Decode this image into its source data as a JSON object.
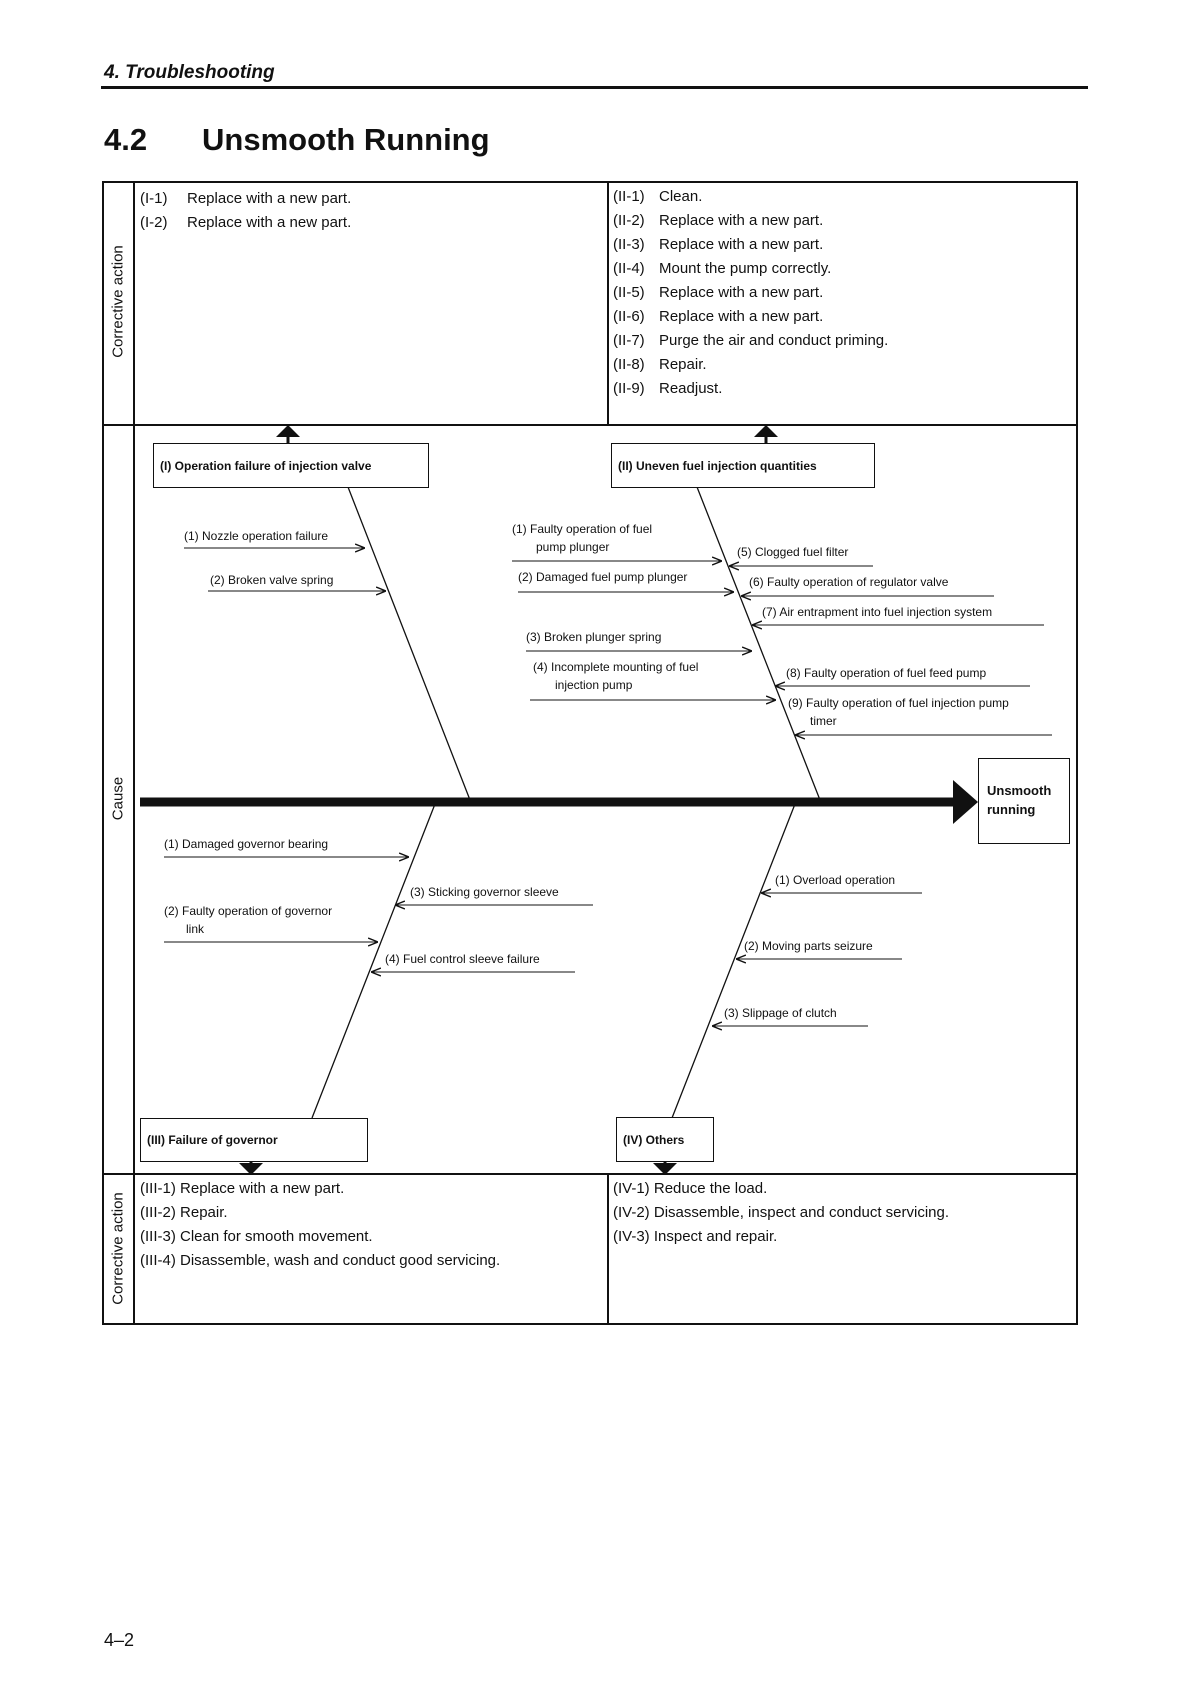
{
  "header": {
    "section": "4.   Troubleshooting"
  },
  "title": {
    "number": "4.2",
    "text": "Unsmooth Running"
  },
  "side_labels": {
    "top": "Corrective action",
    "middle": "Cause",
    "bottom": "Corrective action"
  },
  "actions_I": [
    {
      "code": "(I-1)",
      "text": "Replace with a new part."
    },
    {
      "code": "(I-2)",
      "text": "Replace with a new part."
    }
  ],
  "actions_II": [
    {
      "code": "(II-1)",
      "text": "Clean."
    },
    {
      "code": "(II-2)",
      "text": "Replace with a new part."
    },
    {
      "code": "(II-3)",
      "text": "Replace with a new part."
    },
    {
      "code": "(II-4)",
      "text": "Mount the pump correctly."
    },
    {
      "code": "(II-5)",
      "text": "Replace with a new part."
    },
    {
      "code": "(II-6)",
      "text": "Replace with a new part."
    },
    {
      "code": "(II-7)",
      "text": "Purge the air and conduct priming."
    },
    {
      "code": "(II-8)",
      "text": "Repair."
    },
    {
      "code": "(II-9)",
      "text": "Readjust."
    }
  ],
  "actions_III": [
    {
      "code": "(III-1)",
      "text": "Replace with a new part."
    },
    {
      "code": "(III-2)",
      "text": "Repair."
    },
    {
      "code": "(III-3)",
      "text": "Clean for smooth movement."
    },
    {
      "code": "(III-4)",
      "text": "Disassemble, wash and conduct good servicing."
    }
  ],
  "actions_IV": [
    {
      "code": "(IV-1)",
      "text": "Reduce the load."
    },
    {
      "code": "(IV-2)",
      "text": "Disassemble, inspect and conduct servicing."
    },
    {
      "code": "(IV-3)",
      "text": "Inspect and repair."
    }
  ],
  "categories": {
    "I": "(I)  Operation failure of injection valve",
    "II": "(II)  Uneven fuel injection quantities",
    "III": "(III)  Failure of governor",
    "IV": "(IV)   Others"
  },
  "effect": {
    "line1": "Unsmooth",
    "line2": "running"
  },
  "causes_I": [
    "(1)  Nozzle operation failure",
    "(2)  Broken valve spring"
  ],
  "causes_II": {
    "c1_line1": "(1)  Faulty operation of fuel",
    "c1_line2": "pump plunger",
    "c2": "(2)  Damaged fuel pump plunger",
    "c3": "(3)  Broken plunger spring",
    "c4_line1": "(4)  Incomplete mounting of fuel",
    "c4_line2": "injection pump",
    "c5": "(5)  Clogged fuel filter",
    "c6": "(6)  Faulty operation of regulator valve",
    "c7": "(7)  Air entrapment into fuel injection system",
    "c8": "(8)  Faulty operation of fuel feed pump",
    "c9_line1": "(9)  Faulty operation of fuel injection pump",
    "c9_line2": "timer"
  },
  "causes_III": {
    "c1": "(1)  Damaged governor bearing",
    "c2_line1": "(2)  Faulty operation of governor",
    "c2_line2": "link",
    "c3": "(3)  Sticking governor sleeve",
    "c4": "(4)  Fuel control sleeve failure"
  },
  "causes_IV": [
    "(1)  Overload operation",
    "(2)  Moving parts seizure",
    "(3)  Slippage of clutch"
  ],
  "page_number": "4–2"
}
